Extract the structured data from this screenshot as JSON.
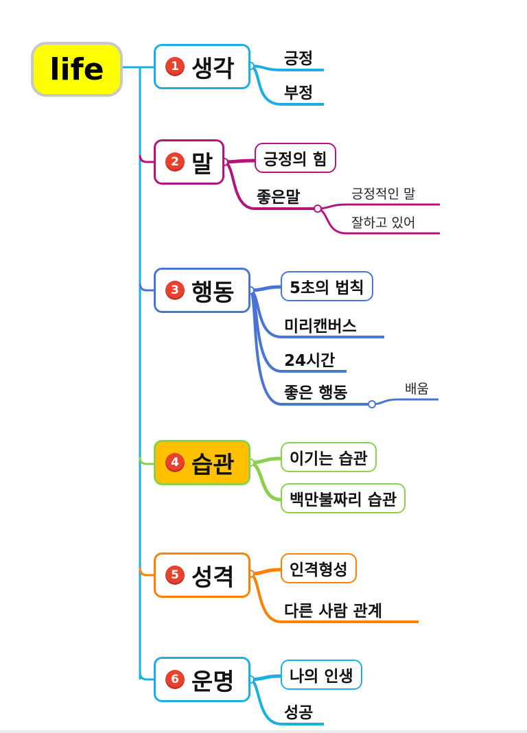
{
  "root": {
    "label": "life"
  },
  "branches": [
    {
      "num": "1",
      "title": "생각",
      "children": [
        {
          "text": "긍정"
        },
        {
          "text": "부정"
        }
      ]
    },
    {
      "num": "2",
      "title": "말",
      "children": [
        {
          "text": "긍정의 힘"
        },
        {
          "text": "좋은말",
          "children": [
            {
              "text": "긍정적인 말"
            },
            {
              "text": "잘하고 있어"
            }
          ]
        }
      ]
    },
    {
      "num": "3",
      "title": "행동",
      "children": [
        {
          "text": "5초의 법칙"
        },
        {
          "text": "미리캔버스"
        },
        {
          "text": "24시간"
        },
        {
          "text": "좋은 행동",
          "children": [
            {
              "text": "배움"
            }
          ]
        }
      ]
    },
    {
      "num": "4",
      "title": "습관",
      "children": [
        {
          "text": "이기는 습관"
        },
        {
          "text": "백만불짜리 습관"
        }
      ]
    },
    {
      "num": "5",
      "title": "성격",
      "children": [
        {
          "text": "인격형성"
        },
        {
          "text": "다른 사람 관계"
        }
      ]
    },
    {
      "num": "6",
      "title": "운명",
      "children": [
        {
          "text": "나의 인생"
        },
        {
          "text": "성공"
        }
      ]
    }
  ],
  "colors": {
    "trunk": "#1aaee5",
    "branch_1": "#1aaee5",
    "branch_2": "#b5127a",
    "branch_3": "#4a74d4",
    "branch_4": "#8ccf4d",
    "branch_5": "#ff7f00",
    "branch_6": "#1aaee5",
    "root_fill": "#ffff00",
    "root_border": "#c8c8c8",
    "highlight_fill": "#ffc000",
    "badge": "#e8422f"
  }
}
